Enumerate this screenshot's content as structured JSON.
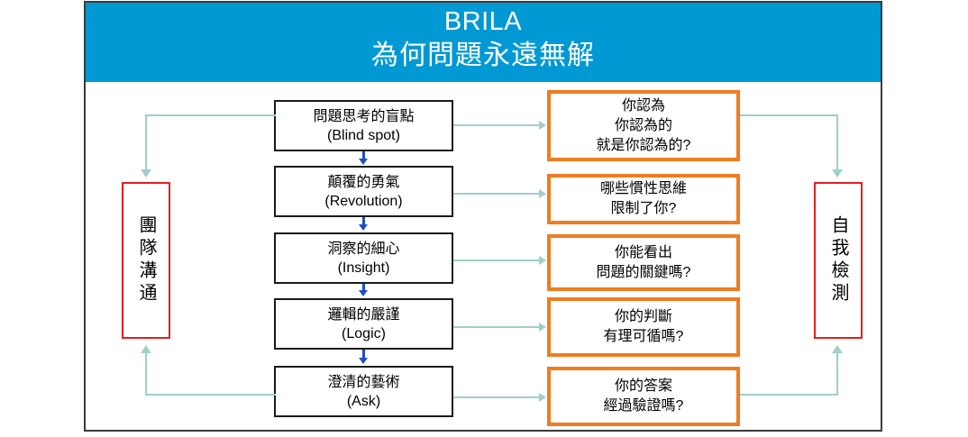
{
  "header": {
    "title_en": "BRILA",
    "title_zh": "為何問題永遠無解",
    "bg_color": "#0099D4",
    "text_color": "#FFFFFF"
  },
  "side_panels": {
    "left": {
      "label": "團隊溝通",
      "border_color": "#E02020"
    },
    "right": {
      "label": "自我檢測",
      "border_color": "#E02020"
    }
  },
  "core_steps": [
    {
      "zh": "問題思考的盲點",
      "en": "(Blind spot)"
    },
    {
      "zh": "顛覆的勇氣",
      "en": "(Revolution)"
    },
    {
      "zh": "洞察的細心",
      "en": "(Insight)"
    },
    {
      "zh": "邏輯的嚴謹",
      "en": "(Logic)"
    },
    {
      "zh": "澄清的藝術",
      "en": "(Ask)"
    }
  ],
  "questions": [
    {
      "l1": "你認為",
      "l2": "你認為的",
      "l3": "就是你認為的?"
    },
    {
      "l1": "哪些慣性思維",
      "l2": "限制了你?",
      "l3": ""
    },
    {
      "l1": "你能看出",
      "l2": "問題的關鍵嗎?",
      "l3": ""
    },
    {
      "l1": "你的判斷",
      "l2": "有理可循嗎?",
      "l3": ""
    },
    {
      "l1": "你的答案",
      "l2": "經過驗證嗎?",
      "l3": ""
    }
  ],
  "colors": {
    "core_border": "#1A1A1A",
    "question_border": "#F07C20",
    "connector": "#9ECFCB",
    "flow_arrow": "#1F4EC4",
    "frame": "#3B3B3B"
  }
}
